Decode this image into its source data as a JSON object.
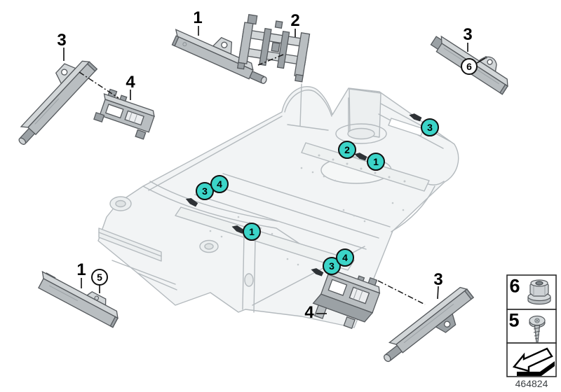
{
  "diagram": {
    "diagram_number": "464824",
    "colors": {
      "callout_teal": "#3bd4c8",
      "callout_white": "#ffffff",
      "part_fill": "#b9bec1",
      "part_top_fill": "#d2d6d8",
      "body_line": "#b4babe",
      "leader_line": "#1a1a1a"
    },
    "part_labels": [
      {
        "id": "antenna-top-left",
        "text": "3"
      },
      {
        "id": "bracket-top-left",
        "text": "4"
      },
      {
        "id": "amplifier-top-center",
        "text": "1"
      },
      {
        "id": "bracket-top-center",
        "text": "2"
      },
      {
        "id": "antenna-top-right",
        "text": "3"
      },
      {
        "id": "amplifier-bottom-left",
        "text": "1"
      },
      {
        "id": "bracket-bottom-middle",
        "text": "4"
      },
      {
        "id": "antenna-bottom-middle",
        "text": "3"
      }
    ],
    "callouts": [
      {
        "id": "body-rear-floor-left",
        "text": "2",
        "style": "teal"
      },
      {
        "id": "body-rear-floor",
        "text": "1",
        "style": "teal"
      },
      {
        "id": "body-rear-right-rail",
        "text": "3",
        "style": "teal"
      },
      {
        "id": "body-front-cowl-a",
        "text": "3",
        "style": "teal"
      },
      {
        "id": "body-front-cowl-b",
        "text": "4",
        "style": "teal"
      },
      {
        "id": "body-front-left",
        "text": "1",
        "style": "teal"
      },
      {
        "id": "body-front-right-a",
        "text": "3",
        "style": "teal"
      },
      {
        "id": "body-front-right-b",
        "text": "4",
        "style": "teal"
      },
      {
        "id": "fastener-nut",
        "text": "6",
        "style": "white"
      },
      {
        "id": "fastener-screw",
        "text": "5",
        "style": "white"
      }
    ],
    "legend": {
      "nut_number": "6",
      "screw_number": "5",
      "nut_icon": "flange-nut-icon",
      "screw_icon": "self-tapping-screw-icon",
      "arrow_icon": "installation-direction-arrow-icon"
    }
  }
}
